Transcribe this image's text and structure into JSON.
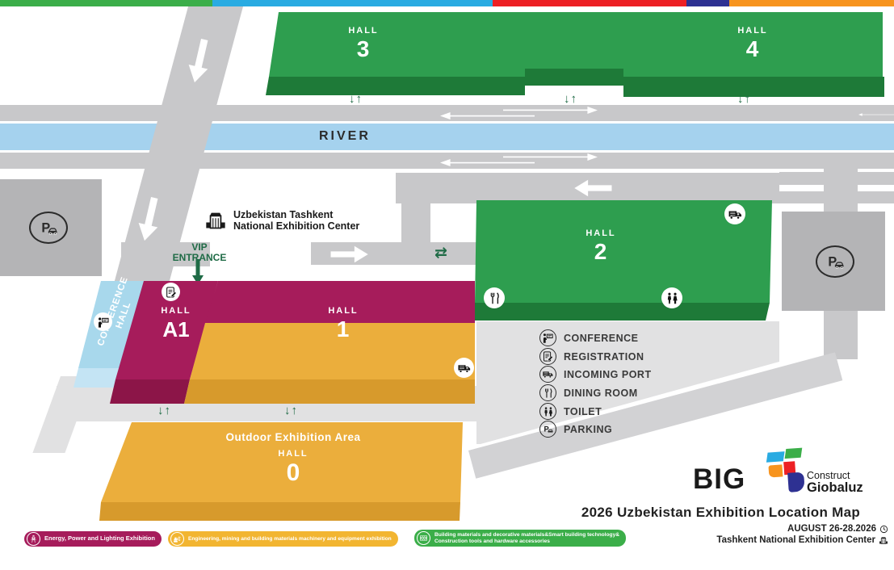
{
  "header_stripe": {
    "segments": [
      "#3BAE49",
      "#29ABE2",
      "#ED2024",
      "#2E3192",
      "#F7941E"
    ]
  },
  "map": {
    "river_label": "RIVER",
    "center_label_line1": "Uzbekistan Tashkent",
    "center_label_line2": "National Exhibition Center",
    "vip_line1": "VIP",
    "vip_line2": "ENTRANCE",
    "arrows": {
      "gate": "↓↑",
      "two_way": "⇄"
    },
    "halls": {
      "hall3": {
        "label": "HALL",
        "number": "3"
      },
      "hall4": {
        "label": "HALL",
        "number": "4"
      },
      "hall2": {
        "label": "HALL",
        "number": "2"
      },
      "hallA1": {
        "label": "HALL",
        "number": "A1"
      },
      "hall1": {
        "label": "HALL",
        "number": "1"
      },
      "hall0": {
        "area_label": "Outdoor Exhibition Area",
        "label": "HALL",
        "number": "0"
      },
      "conference": {
        "line1": "CONFERENCE",
        "line2": "HALL"
      }
    },
    "legend": {
      "items": [
        {
          "icon": "conference-icon",
          "label": "CONFERENCE"
        },
        {
          "icon": "registration-icon",
          "label": "REGISTRATION"
        },
        {
          "icon": "incoming-port-icon",
          "label": "INCOMING PORT"
        },
        {
          "icon": "dining-icon",
          "label": "DINING ROOM"
        },
        {
          "icon": "toilet-icon",
          "label": "TOILET"
        },
        {
          "icon": "parking-icon",
          "label": "PARKING"
        }
      ]
    }
  },
  "badges": [
    {
      "label": "Energy, Power and Lighting Exhibition",
      "icon": "power-tower-icon"
    },
    {
      "label": "Engineering, mining and building materials machinery and equipment exhibition",
      "icon": "excavator-icon"
    },
    {
      "label_line1": "Building materials and decorative materials&Smart building technology&",
      "label_line2": "Construction tools and hardware accessories",
      "icon": "bricks-icon"
    }
  ],
  "footer": {
    "logo": {
      "big": "BIG",
      "construct": "Construct",
      "brand": "Giobaluz"
    },
    "title": "2026 Uzbekistan Exhibition Location Map",
    "date": "AUGUST 26-28.2026",
    "venue": "Tashkent National Exhibition Center"
  },
  "colors": {
    "green": "#2E9E4F",
    "green-dark": "#1E7A38",
    "magenta": "#A61C5B",
    "magenta-dark": "#8C1548",
    "yellow": "#EBAE3C",
    "yellow-dark": "#D79A2C",
    "river": "#A5D2EE",
    "conf": "#A8D8EC",
    "conf-light": "#C4E4F4",
    "road": "#C8C8CA",
    "block": "#B4B4B6",
    "plaza": "#E1E1E2",
    "droad": "#D2D2D4",
    "dgreen": "#1F6B46",
    "badge-yellow": "#F2B531",
    "badge-green": "#3BAE49",
    "badge-magenta": "#A61C5B",
    "stripe1": "#3BAE49",
    "stripe2": "#29ABE2",
    "stripe3": "#ED2024",
    "stripe4": "#2E3192",
    "stripe5": "#F7941E"
  }
}
